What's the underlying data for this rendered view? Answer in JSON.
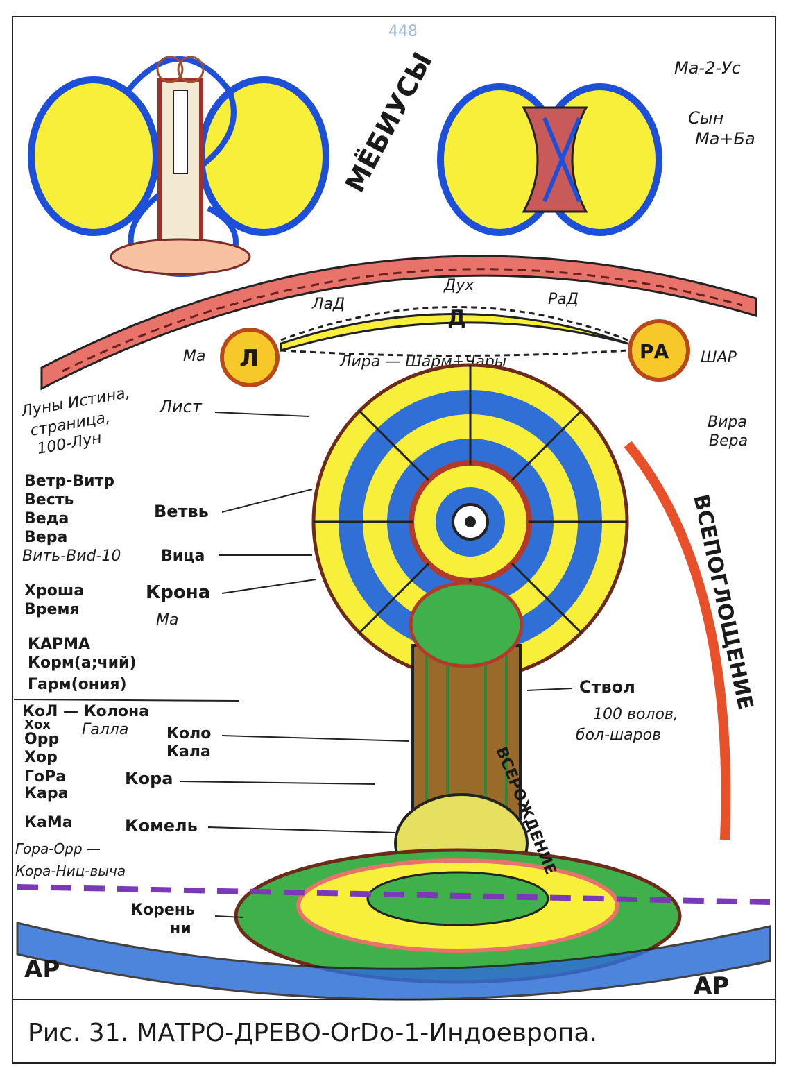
{
  "page_number": "448",
  "mobius_title": "МЁБИУСЫ",
  "top_right": {
    "line1": "Ма-2-Ус",
    "line2": "Сын",
    "line3": "Ма+Ба"
  },
  "arc": {
    "dukh": "Дух",
    "lad": "ЛаД",
    "rad": "РаД",
    "d": "Д",
    "lira_line": "Лира — Шарм+Чары"
  },
  "left_ball": {
    "letter": "Л",
    "side": "Ма"
  },
  "right_ball": {
    "letter": "РА",
    "side": "ШАР"
  },
  "vira": {
    "line1": "Вира",
    "line2": "Вера"
  },
  "luny": {
    "line1": "Луны Истина,",
    "line2": "страница,",
    "line3": "100-Лун",
    "list": "Лист"
  },
  "vetv_group": {
    "items": [
      "Ветр-Витр",
      "Весть",
      "Веда",
      "Вера"
    ],
    "label": "Ветвь"
  },
  "vitsa": {
    "left": "Вить-Виd-10",
    "label": "Вица"
  },
  "krona": {
    "left1": "Хроша",
    "left2": "Время",
    "label": "Крона",
    "ma": "Ма"
  },
  "karma": {
    "line1": "КАРМА",
    "line2": "Корм(а;чий)",
    "line3": "Гарм(ония)"
  },
  "kolo": {
    "l1": "КоЛ — Колона",
    "l2": "Хох",
    "l3": "Орр",
    "l4": "Хор",
    "galla": "Галла",
    "kolo": "Коло",
    "kala": "Кала"
  },
  "kora": {
    "left1": "ГоРа",
    "left2": "Кара",
    "label": "Кора"
  },
  "komel": {
    "left": "КаМа",
    "label": "Комель"
  },
  "gora": {
    "line1": "Гора-Орр —",
    "line2": "Кора-Ниц-выча"
  },
  "koreni": {
    "line1": "Корень",
    "line2": "ни"
  },
  "stvol": {
    "line1": "Ствол",
    "line2": "100 волов,",
    "line3": "бол-шаров"
  },
  "vsepogloshchenie": "ВСЕПОГЛОЩЕНИЕ",
  "vserozhdenie": "ВСЕРОЖДЕНИЕ",
  "ar_left": "АР",
  "ar_right": "АР",
  "caption": "Рис. 31. МАТРО-ДРЕВО-OrDo-1-Индоевропа."
}
